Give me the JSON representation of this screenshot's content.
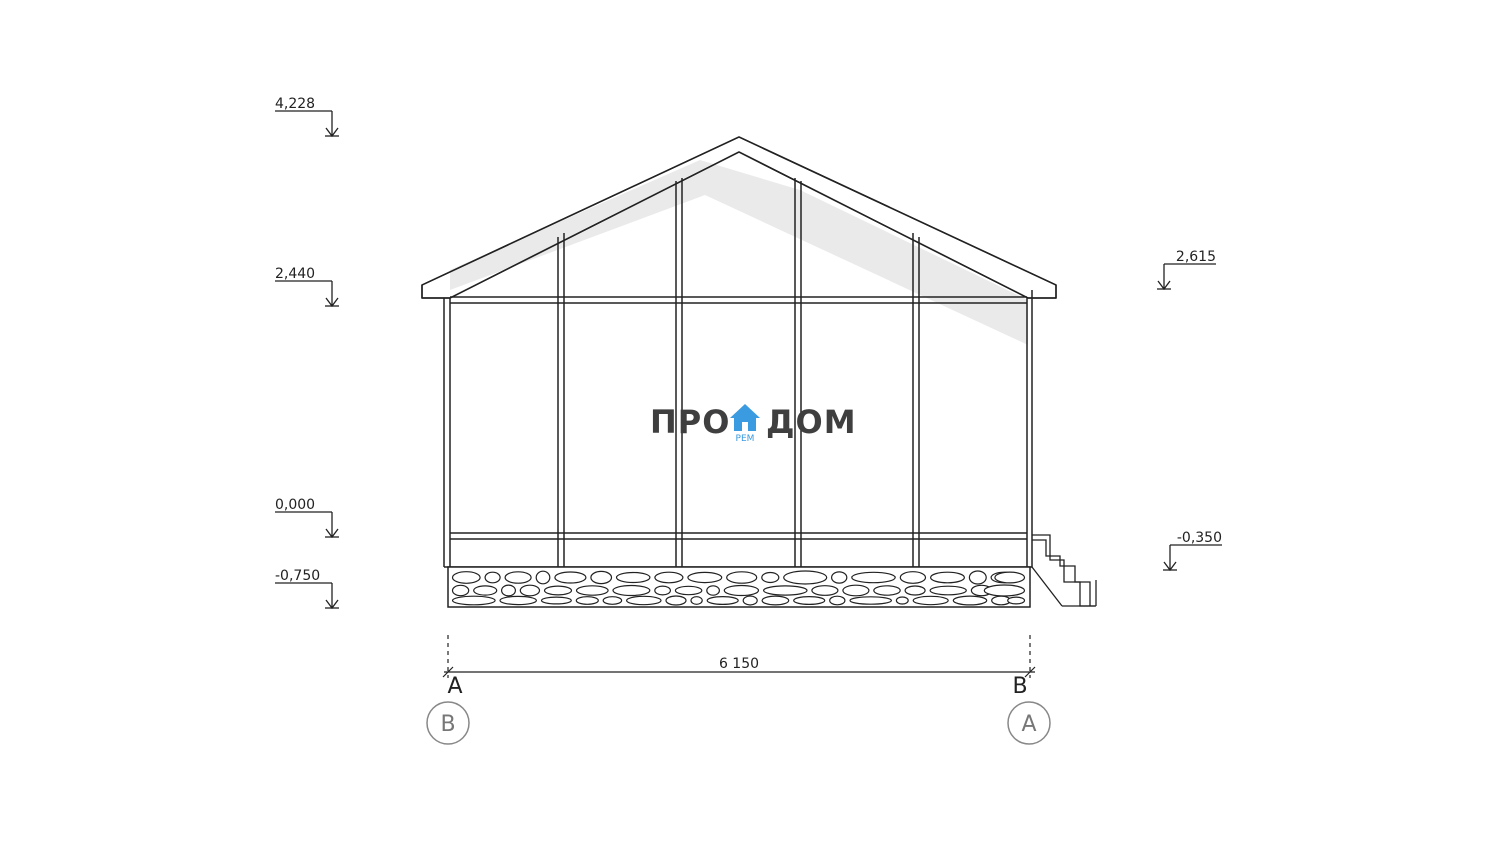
{
  "drawing": {
    "elevation_marks": [
      {
        "id": "top",
        "value": "4,228"
      },
      {
        "id": "eave-left",
        "value": "2,440"
      },
      {
        "id": "eave-right",
        "value": "2,615"
      },
      {
        "id": "floor",
        "value": "0,000"
      },
      {
        "id": "entry",
        "value": "-0,350"
      },
      {
        "id": "foundation",
        "value": "-0,750"
      }
    ],
    "dimension": {
      "value": "6 150"
    },
    "axes": {
      "left_letter": "А",
      "right_letter": "В",
      "left_circle": "В",
      "right_circle": "А"
    }
  },
  "logo": {
    "left": "ПРО",
    "right": "ДОМ",
    "sub": "РЕМ",
    "icon": "house-icon",
    "accent_color": "#3a9be0"
  },
  "colors": {
    "line": "#222222",
    "glass_highlight": "#e6e6e6",
    "axis_circle": "#888888"
  }
}
